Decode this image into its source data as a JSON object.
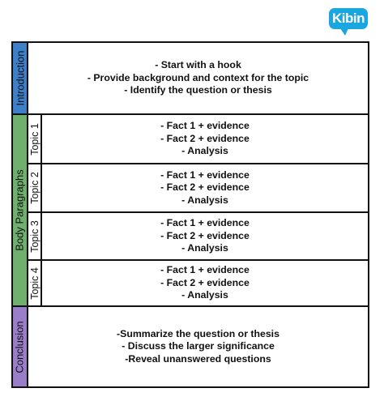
{
  "logo": {
    "text": "Kibin",
    "color": "#1aa6e0"
  },
  "sections": {
    "introduction": {
      "label": "Introduction",
      "color": "#3d7fc8",
      "lines": [
        "- Start with a hook",
        "- Provide background and context for the topic",
        "- Identify the question or thesis"
      ]
    },
    "body": {
      "label": "Body Paragraphs",
      "color": "#6fb06f",
      "topics": [
        {
          "label": "Topic 1",
          "lines": [
            "- Fact 1 + evidence",
            "- Fact 2 + evidence",
            "- Analysis"
          ]
        },
        {
          "label": "Topic 2",
          "lines": [
            "- Fact 1 + evidence",
            "- Fact 2 + evidence",
            "- Analysis"
          ]
        },
        {
          "label": "Topic 3",
          "lines": [
            "- Fact 1 + evidence",
            "- Fact 2 + evidence",
            "- Analysis"
          ]
        },
        {
          "label": "Topic 4",
          "lines": [
            "- Fact 1 + evidence",
            "- Fact 2 + evidence",
            "- Analysis"
          ]
        }
      ]
    },
    "conclusion": {
      "label": "Conclusion",
      "color": "#9b7ec9",
      "lines": [
        "-Summarize the question or thesis",
        "- Discuss the larger significance",
        "-Reveal unanswered questions"
      ]
    }
  }
}
